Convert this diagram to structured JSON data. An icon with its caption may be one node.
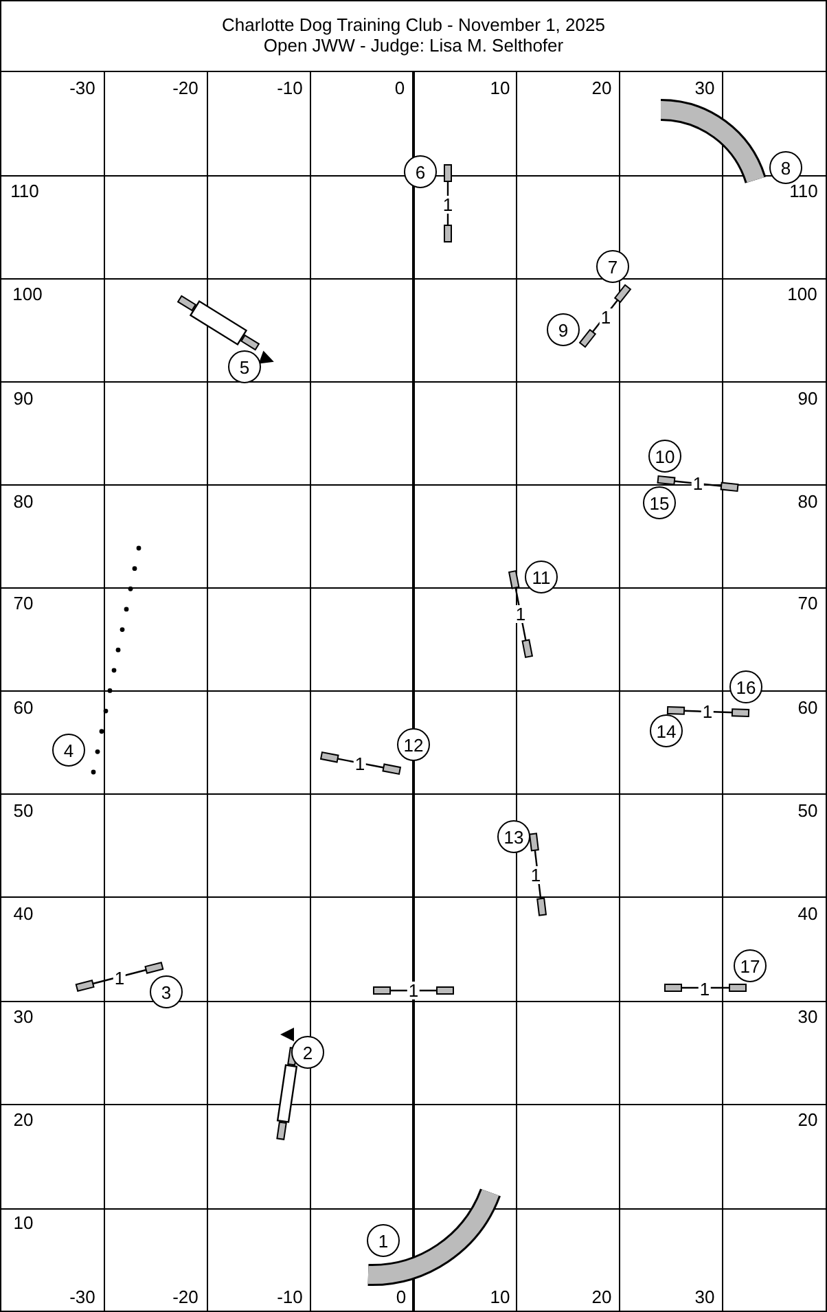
{
  "diagram": {
    "title": "Charlotte Dog Training Club - November 1, 2025",
    "nodes": [
      {
        "text": [
          "1"
        ]
      },
      {
        "text": [
          "2"
        ]
      },
      {
        "text": [
          "3"
        ]
      },
      {
        "text": [
          "4"
        ]
      },
      {
        "text": [
          "5"
        ]
      },
      {
        "text": [
          "6"
        ]
      },
      {
        "text": [
          "7"
        ]
      },
      {
        "text": [
          "8"
        ]
      },
      {
        "text": [
          "9"
        ]
      },
      {
        "text": [
          "10"
        ]
      },
      {
        "text": [
          "11"
        ]
      },
      {
        "text": [
          "12"
        ]
      },
      {
        "text": [
          "13"
        ]
      },
      {
        "text": [
          "14"
        ]
      },
      {
        "text": [
          "15"
        ]
      },
      {
        "text": [
          "16"
        ]
      },
      {
        "text": [
          "17"
        ]
      }
    ],
    "labels": [
      "Open JWW - Judge: Lisa M. Selthofer",
      "-30",
      "-20",
      "-10",
      "0",
      "10",
      "20",
      "30",
      "110",
      "110",
      "1",
      "100",
      "100",
      "1",
      "90",
      "90",
      "80",
      "1",
      "80",
      "70",
      "1",
      "70",
      "60",
      "1",
      "60",
      "1",
      "50",
      "50",
      "1",
      "40",
      "40",
      "1",
      "1",
      "1",
      "30",
      "30",
      "20",
      "20",
      "10",
      "-30",
      "-20",
      "-10",
      "0",
      "10",
      "20",
      "30"
    ]
  }
}
